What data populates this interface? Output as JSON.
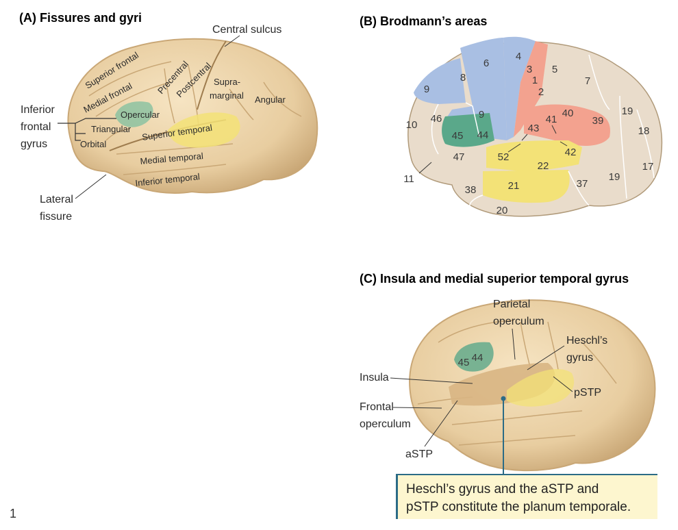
{
  "panelA": {
    "title": "(A)  Fissures and gyri",
    "labels": {
      "central_sulcus": "Central sulcus",
      "superior_frontal": "Superior frontal",
      "medial_frontal": "Medial frontal",
      "precentral": "Precentral",
      "postcentral": "Postcentral",
      "supra": "Supra-",
      "marginal": "marginal",
      "angular": "Angular",
      "inferior": "Inferior",
      "frontal": "frontal",
      "gyrus": "gyrus",
      "opercular": "Opercular",
      "triangular": "Triangular",
      "orbital": "Orbital",
      "superior_temporal": "Superior temporal",
      "medial_temporal": "Medial temporal",
      "inferior_temporal": "Inferior temporal",
      "lateral": "Lateral",
      "fissure": "fissure"
    }
  },
  "panelB": {
    "title": "(B)  Brodmann’s areas",
    "areas": [
      "9",
      "8",
      "6",
      "4",
      "3",
      "1",
      "2",
      "5",
      "7",
      "46",
      "10",
      "9",
      "45",
      "44",
      "43",
      "41",
      "40",
      "39",
      "19",
      "18",
      "47",
      "52",
      "42",
      "22",
      "11",
      "38",
      "21",
      "37",
      "19",
      "17",
      "20"
    ]
  },
  "panelC": {
    "title": "(C)  Insula and medial superior temporal gyrus",
    "labels": {
      "parietal": "Parietal",
      "operculum1": "operculum",
      "heschls": "Heschl’s",
      "gyrus": "gyrus",
      "insula": "Insula",
      "pstp": "pSTP",
      "frontal": "Frontal",
      "operculum2": "operculum",
      "astp": "aSTP",
      "a45": "45",
      "a44": "44"
    },
    "callout": {
      "line1": "Heschl’s gyrus and the aSTP and",
      "line2": "pSTP constitute the planum temporale."
    }
  },
  "page_number": "1",
  "colors": {
    "brain": "#ecd2a6",
    "brain_edge": "#c9a776",
    "green": "#5aa88a",
    "yellow": "#f3e277",
    "blue": "#a9bfe3",
    "salmon": "#f3a28f",
    "tan": "#e9dccb",
    "callout_border": "#2b6b86"
  }
}
